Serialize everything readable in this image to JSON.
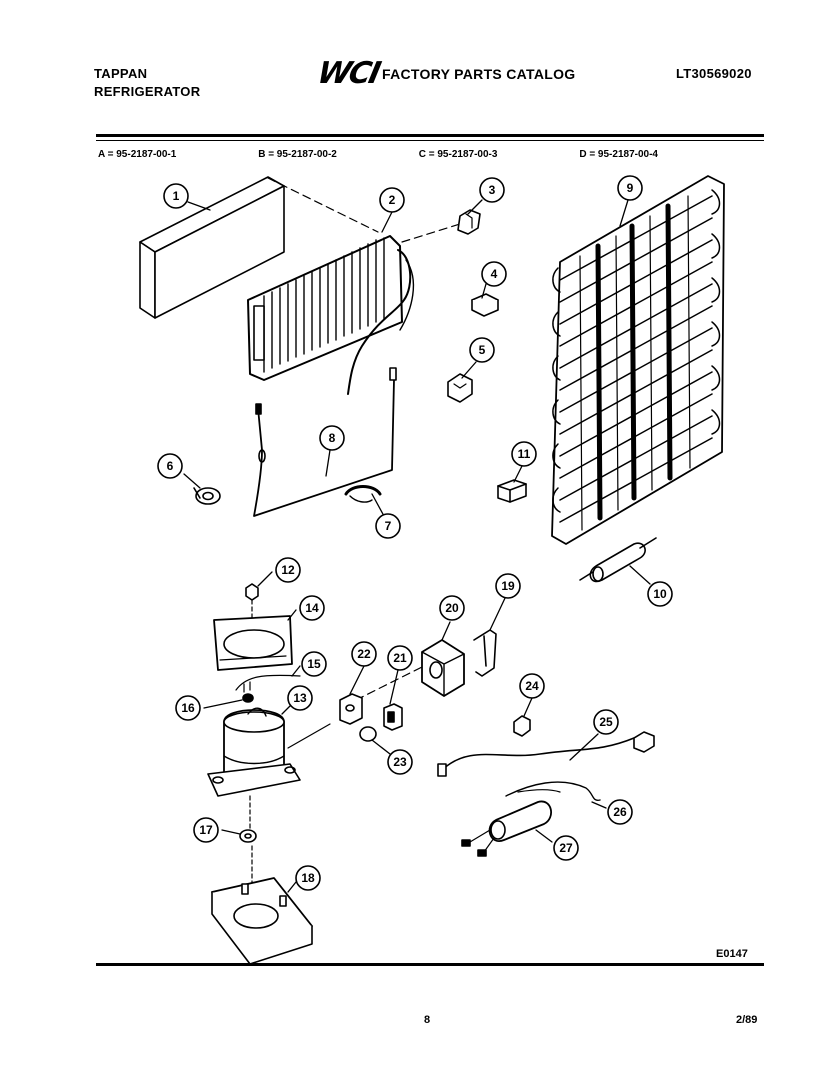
{
  "header": {
    "brand_line1": "TAPPAN",
    "brand_line2": "REFRIGERATOR",
    "logo_text": "WCI",
    "catalog_title": "FACTORY PARTS CATALOG",
    "model_number": "LT30569020"
  },
  "variants": [
    "A = 95-2187-00-1",
    "B = 95-2187-00-2",
    "C = 95-2187-00-3",
    "D = 95-2187-00-4"
  ],
  "callouts": [
    "1",
    "2",
    "3",
    "4",
    "5",
    "6",
    "7",
    "8",
    "9",
    "10",
    "11",
    "12",
    "13",
    "14",
    "15",
    "16",
    "17",
    "18",
    "19",
    "20",
    "21",
    "22",
    "23",
    "24",
    "25",
    "26",
    "27"
  ],
  "footer": {
    "diagram_code": "E0147",
    "page_number": "8",
    "date": "2/89"
  },
  "colors": {
    "ink": "#000000",
    "paper": "#ffffff"
  }
}
